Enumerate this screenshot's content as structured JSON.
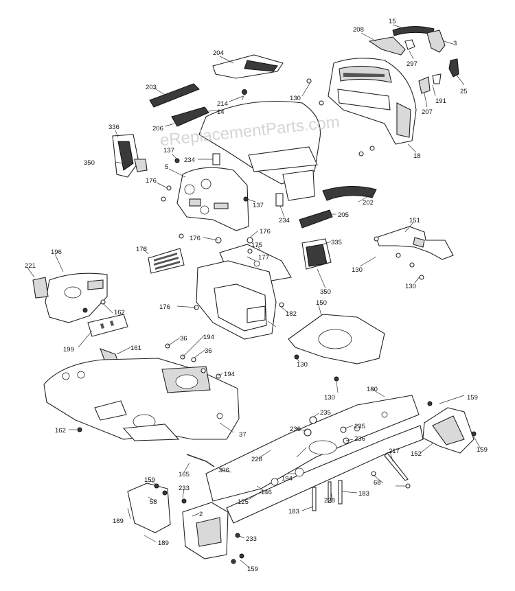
{
  "watermark": "eReplacementParts.com",
  "callouts": [
    "15",
    "208",
    "3",
    "297",
    "25",
    "204",
    "130",
    "191",
    "207",
    "203",
    "214",
    "14",
    "206",
    "18",
    "336",
    "137",
    "5",
    "234",
    "350",
    "176",
    "137",
    "202",
    "176",
    "234",
    "205",
    "176",
    "151",
    "178",
    "335",
    "175",
    "177",
    "196",
    "221",
    "130",
    "130",
    "162",
    "350",
    "176",
    "182",
    "150",
    "199",
    "36",
    "194",
    "161",
    "36",
    "130",
    "194",
    "130",
    "180",
    "162",
    "37",
    "159",
    "235",
    "236",
    "235",
    "236",
    "228",
    "217",
    "306",
    "165",
    "194",
    "152",
    "159",
    "159",
    "233",
    "58",
    "68",
    "146",
    "125",
    "183",
    "228",
    "183",
    "2",
    "189",
    "233",
    "189",
    "159"
  ]
}
